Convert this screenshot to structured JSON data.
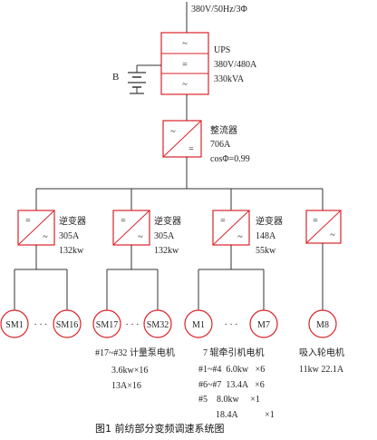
{
  "colors": {
    "accent": "#d9232a",
    "line": "#333333",
    "text": "#222222"
  },
  "source": {
    "label": "380V/50Hz/3Φ"
  },
  "ups": {
    "symbols": [
      "~",
      "=",
      "~"
    ],
    "label_lines": [
      "UPS",
      "380V/480A",
      "330kVA"
    ]
  },
  "battery": {
    "label": "B"
  },
  "rectifier": {
    "symbol_top": "~",
    "symbol_bottom": "=",
    "label_lines": [
      "整流器",
      "706A",
      "cosΦ=0.99"
    ]
  },
  "inverters": [
    {
      "symbol_top": "=",
      "symbol_bottom": "~",
      "label_lines": [
        "逆变器",
        "305A",
        "132kw"
      ]
    },
    {
      "symbol_top": "=",
      "symbol_bottom": "~",
      "label_lines": [
        "逆变器",
        "305A",
        "132kw"
      ]
    },
    {
      "symbol_top": "=",
      "symbol_bottom": "~",
      "label_lines": [
        "逆变器",
        "148A",
        "55kw"
      ]
    },
    {
      "symbol_top": "=",
      "symbol_bottom": "~",
      "label_lines": []
    }
  ],
  "motor_groups": [
    {
      "motors": [
        "SM1",
        "SM16"
      ],
      "ellipsis": "· · ·",
      "desc_lines": [
        "#17~#32 计量泵电机",
        "3.6kw×16",
        "13A×16"
      ]
    },
    {
      "motors": [
        "SM17",
        "SM32"
      ],
      "ellipsis": "· · ·",
      "desc_lines": []
    },
    {
      "motors": [
        "M1",
        "M7"
      ],
      "ellipsis": "· · ·",
      "desc_lines": [
        "7 辊牵引机电机",
        "#1~#4  6.0kw   ×6",
        "#6~#7  13.4A   ×6",
        "#5    8.0kw     ×1",
        "18.4A            ×1"
      ]
    },
    {
      "motors": [
        "M8"
      ],
      "ellipsis": "",
      "desc_lines": [
        "吸入轮电机",
        "11kw 22.1A"
      ]
    }
  ],
  "caption": "图1  前纺部分变频调速系统图"
}
